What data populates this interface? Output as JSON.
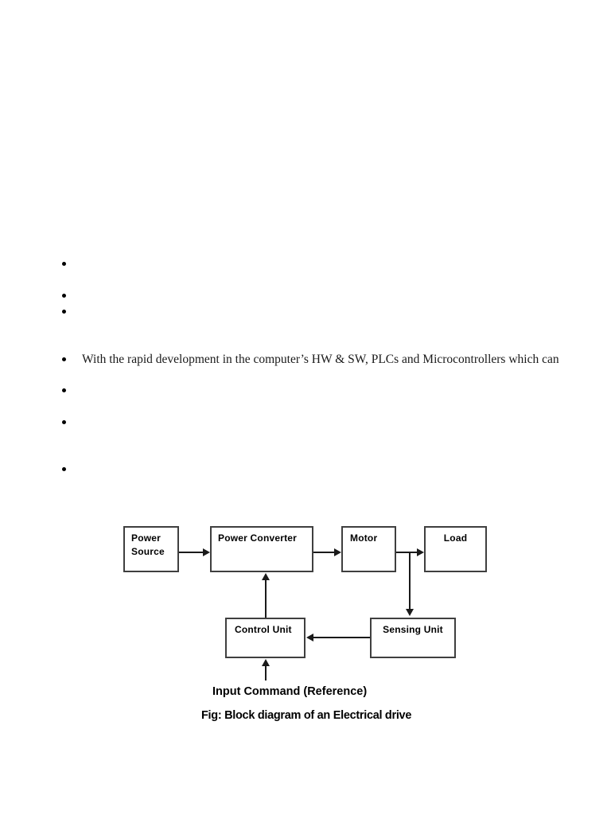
{
  "document": {
    "bullets": [
      {
        "text": ""
      },
      {
        "text": ""
      },
      {
        "text": ""
      },
      {
        "text": "With the rapid development in the computer’s HW & SW, PLCs and Microcontrollers which can"
      },
      {
        "text": ""
      },
      {
        "text": ""
      },
      {
        "text": ""
      }
    ]
  },
  "diagram": {
    "boxes": {
      "power_source_line1": "Power",
      "power_source_line2": "Source",
      "power_converter": "Power Converter",
      "motor": "Motor",
      "load": "Load",
      "control_unit": "Control Unit",
      "sensing_unit": "Sensing Unit"
    },
    "input_command_label": "Input Command (Reference)",
    "figure_caption": "Fig: Block diagram of an Electrical drive",
    "colors": {
      "box_border": "#3f3f3f",
      "diagram_text": "#000000",
      "arrow": "#1a1a1a",
      "page_background": "#ffffff"
    }
  }
}
